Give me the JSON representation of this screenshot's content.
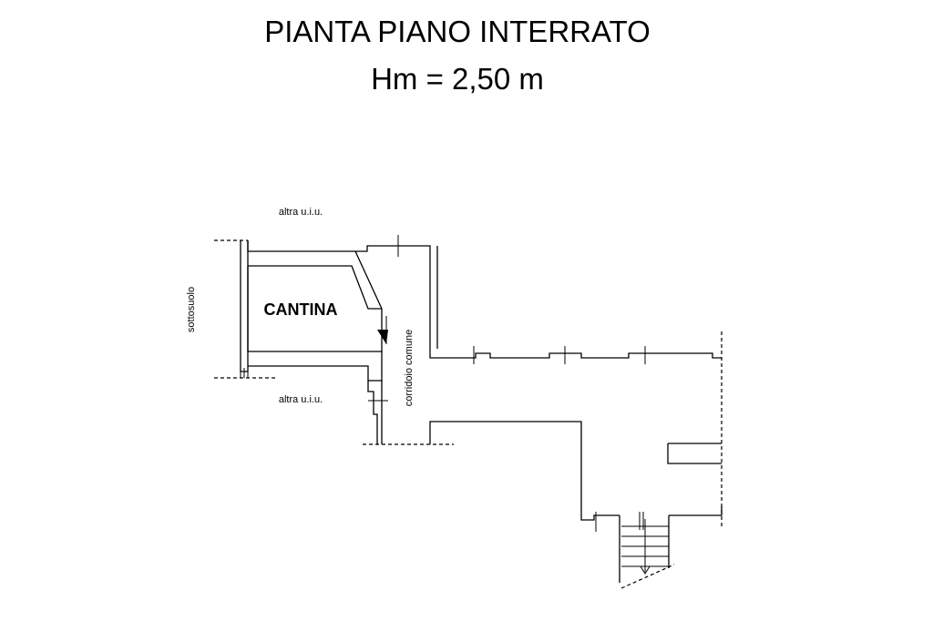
{
  "header": {
    "title": "PIANTA PIANO INTERRATO",
    "height": "Hm = 2,50 m"
  },
  "plan": {
    "room_label": "CANTINA",
    "neighbor_top": "altra u.i.u.",
    "neighbor_bottom": "altra u.i.u.",
    "left_label": "sottosuolo",
    "corridor_label": "corridoio comune"
  }
}
